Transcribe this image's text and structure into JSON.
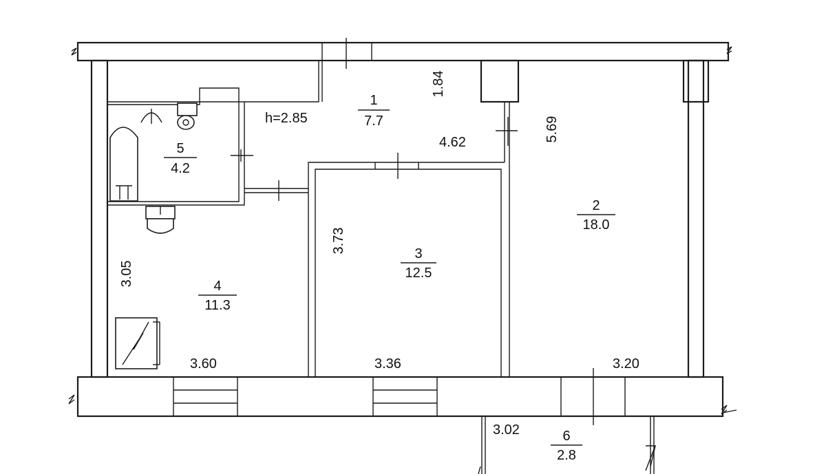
{
  "plan": {
    "ceiling_height": "h=2.85",
    "rooms": [
      {
        "number": "1",
        "area": "7.7"
      },
      {
        "number": "2",
        "area": "18.0"
      },
      {
        "number": "3",
        "area": "12.5"
      },
      {
        "number": "4",
        "area": "11.3"
      },
      {
        "number": "5",
        "area": "4.2"
      },
      {
        "number": "6",
        "area": "2.8"
      }
    ],
    "dimensions": {
      "d_184": "1.84",
      "d_462": "4.62",
      "d_569": "5.69",
      "d_373": "3.73",
      "d_305": "3.05",
      "d_360": "3.60",
      "d_336": "3.36",
      "d_320": "3.20",
      "d_302": "3.02"
    }
  }
}
